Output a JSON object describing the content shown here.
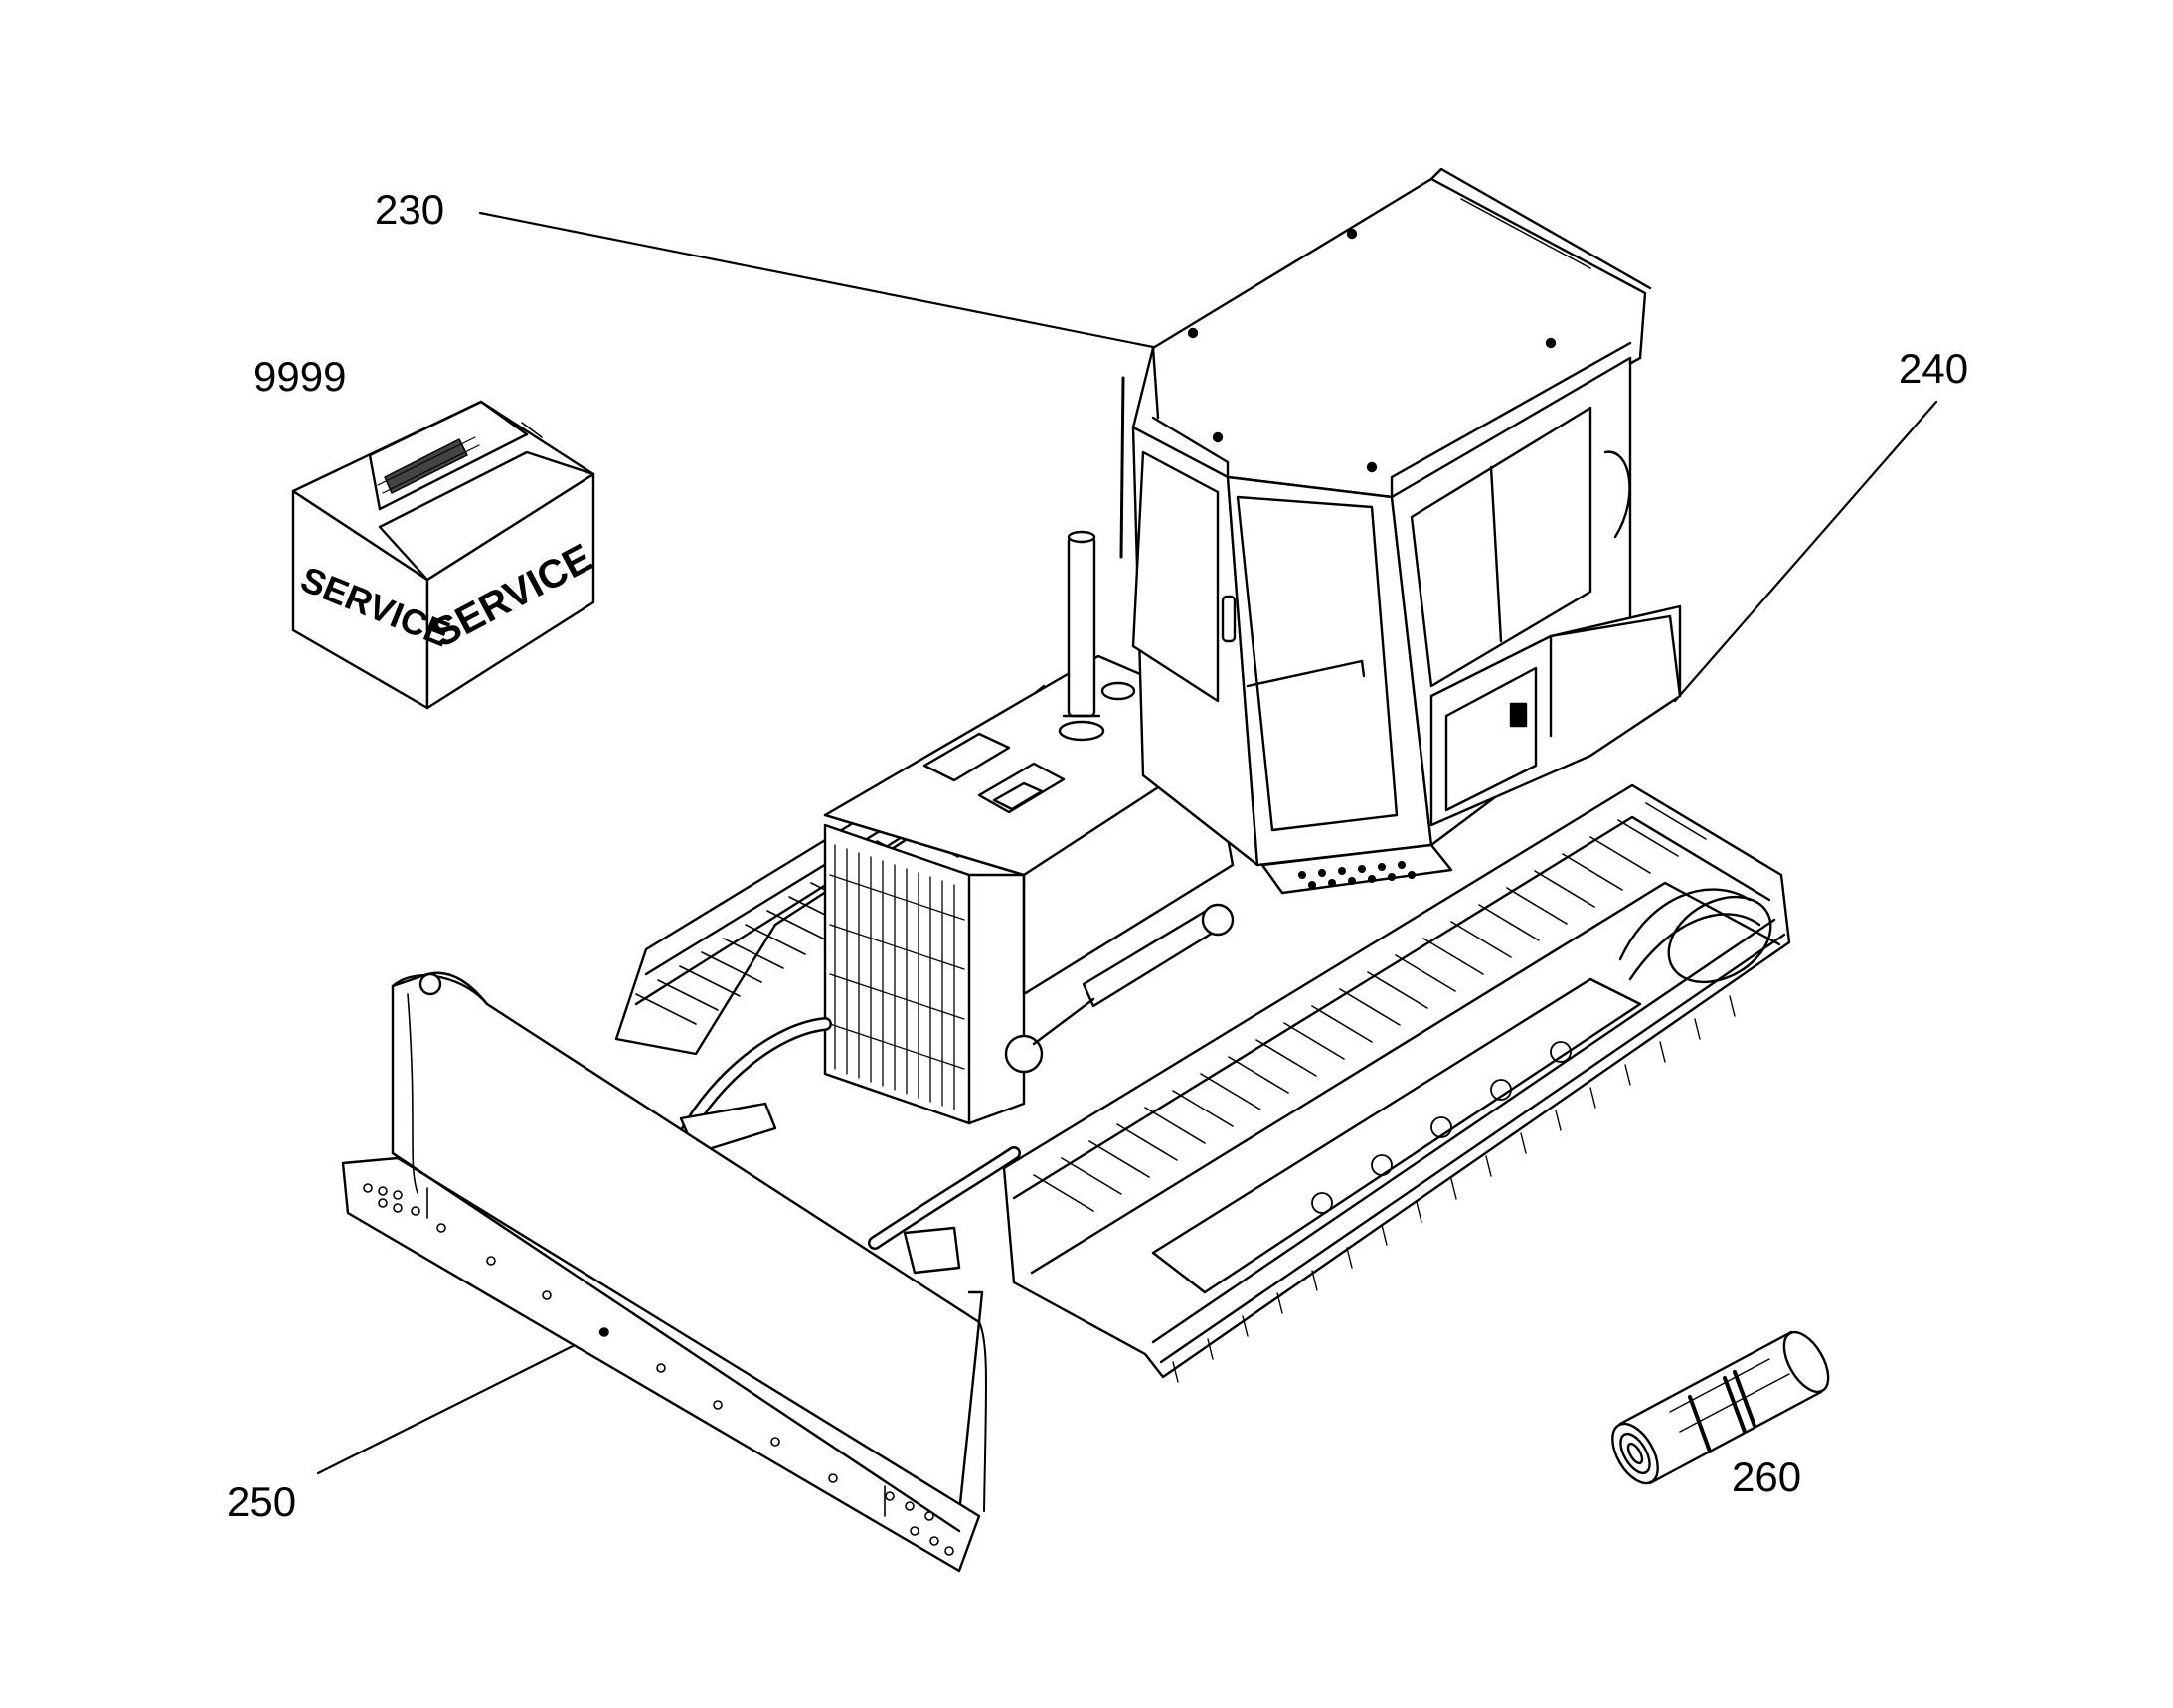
{
  "callouts": {
    "cab": "230",
    "service_kit": "9999",
    "rear_box": "240",
    "blade": "250",
    "hose": "260"
  },
  "service_box": {
    "left_face_text": "SERVICE",
    "right_face_text": "SERVICE"
  },
  "colors": {
    "line": "#000000",
    "background": "#ffffff"
  }
}
